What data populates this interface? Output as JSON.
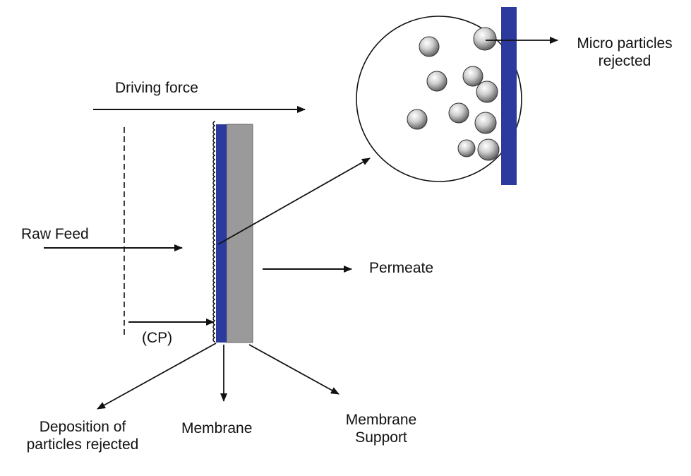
{
  "labels": {
    "driving_force": "Driving force",
    "micro_particles": [
      "Micro particles",
      "rejected"
    ],
    "raw_feed": "Raw Feed",
    "permeate": "Permeate",
    "cp": "(CP)",
    "deposition": [
      "Deposition of",
      "particles rejected"
    ],
    "membrane": "Membrane",
    "membrane_support": [
      "Membrane",
      "Support"
    ]
  },
  "colors": {
    "membrane": "#2b3a9c",
    "support": "#9a9a9a",
    "line": "#111111",
    "particle_highlight": "#ffffff",
    "particle_shadow": "#6a6a6a"
  }
}
